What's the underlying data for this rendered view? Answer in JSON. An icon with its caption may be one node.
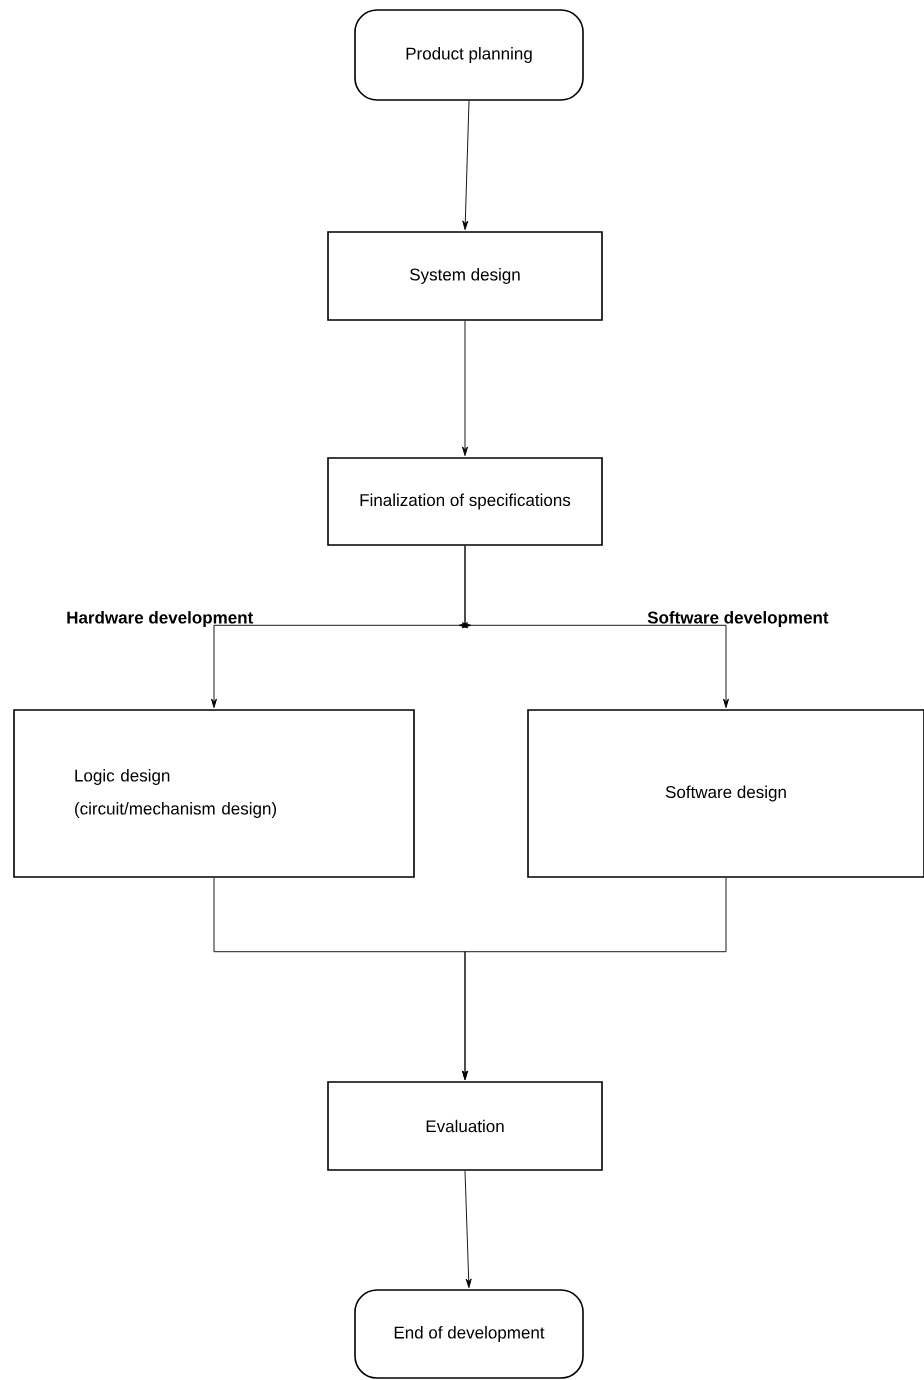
{
  "diagram": {
    "nodes": [
      {
        "text": [
          "Product planning"
        ]
      },
      {
        "text": [
          "System design"
        ]
      },
      {
        "text": [
          "Finalization of specifications"
        ]
      },
      {
        "text": [
          "Logic design",
          "(circuit/mechanism design)"
        ]
      },
      {
        "text": [
          "Software design"
        ]
      },
      {
        "text": [
          "Evaluation"
        ]
      },
      {
        "text": [
          "End of development"
        ]
      }
    ],
    "edges": [
      {
        "from": 0,
        "to": 1,
        "arrow": "to"
      },
      {
        "from": 1,
        "to": 2,
        "arrow": "to"
      },
      {
        "from": 2,
        "to": 3,
        "arrow": "to"
      },
      {
        "from": 2,
        "to": 4,
        "arrow": "to"
      },
      {
        "from": 3,
        "to": 5,
        "arrow": "to"
      },
      {
        "from": 4,
        "to": 5,
        "arrow": "to"
      },
      {
        "from": 5,
        "to": 6,
        "arrow": "to"
      }
    ],
    "labels": [
      "Hardware development",
      "Software development"
    ]
  }
}
